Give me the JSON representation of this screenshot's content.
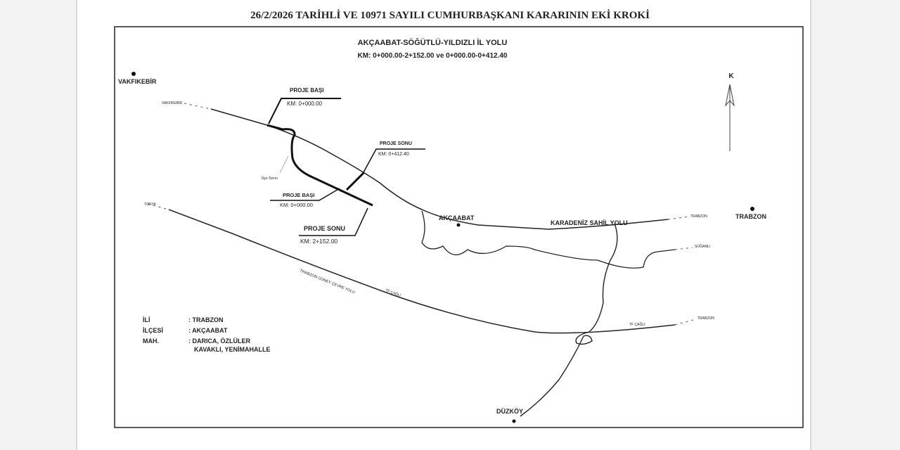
{
  "document_title": "26/2/2026 TARİHLİ VE 10971 SAYILI CUMHURBAŞKANI KARARININ EKİ KROKİ",
  "map": {
    "title": "AKÇAABAT-SÖĞÜTLÜ-YILDIZLI İL YOLU",
    "km_range": "KM: 0+000.00-2+152.00 ve 0+000.00-0+412.40",
    "north_label": "K",
    "places": {
      "vakfikebir": "VAKFIKEBİR",
      "akcaabat": "AKÇAABAT",
      "trabzon": "TRABZON",
      "duzkoy": "DÜZKÖY"
    },
    "roads": {
      "coastal": "KARADENİZ SAHİL YOLU",
      "ring": "TRABZON GÜNEY ÇEVRE YOLU",
      "coastal_west": "VAKFIKEBİR",
      "coastal_east": "TRABZON",
      "ring_west": "TONYA",
      "ring_east": "TRABZON",
      "ring_mid": "TF ÇAĞLI",
      "ring_mid_east": "TF ÇAĞLI",
      "river_east": "SOĞANLI",
      "district_border": "İlçe Sınırı"
    },
    "markers": [
      {
        "label": "PROJE BAŞI",
        "km": "KM: 0+000.00"
      },
      {
        "label": "PROJE SONU",
        "km": "KM: 0+412.40"
      },
      {
        "label": "PROJE BAŞI",
        "km": "KM: 0+000.00"
      },
      {
        "label": "PROJE SONU",
        "km": "KM: 2+152.00"
      }
    ],
    "legend": [
      {
        "key": "İLİ",
        "value": ": TRABZON"
      },
      {
        "key": "İLÇESİ",
        "value": ": AKÇAABAT"
      },
      {
        "key": "MAH.",
        "value": ": DARICA, ÖZLÜLER"
      },
      {
        "key": "",
        "value": "KAVAKLI, YENİMAHALLE"
      }
    ]
  }
}
